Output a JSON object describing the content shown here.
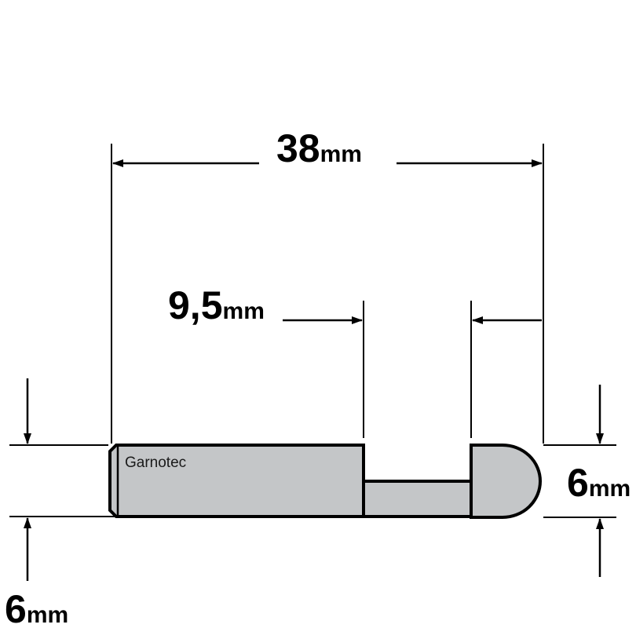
{
  "brand_label": "Garnotec",
  "dimensions": {
    "overall_length": {
      "value": "38",
      "unit": "mm"
    },
    "cutting_length": {
      "value": "9,5",
      "unit": "mm"
    },
    "cutting_diameter": {
      "value": "6",
      "unit": "mm"
    },
    "shank_diameter": {
      "value": "6",
      "unit": "mm"
    }
  },
  "colors": {
    "body_fill": "#c4c6c8",
    "outline": "#000000",
    "background": "#ffffff"
  }
}
